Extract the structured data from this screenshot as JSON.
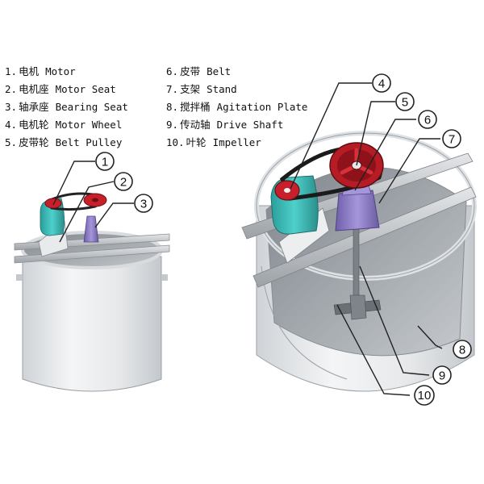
{
  "legend": [
    {
      "num": "1.",
      "cn": "电机",
      "en": "Motor"
    },
    {
      "num": "2.",
      "cn": "电机座",
      "en": "Motor Seat"
    },
    {
      "num": "3.",
      "cn": "轴承座",
      "en": "Bearing Seat"
    },
    {
      "num": "4.",
      "cn": "电机轮",
      "en": "Motor Wheel"
    },
    {
      "num": "5.",
      "cn": "皮带轮",
      "en": "Belt Pulley"
    },
    {
      "num": "6.",
      "cn": "皮带",
      "en": "Belt"
    },
    {
      "num": "7.",
      "cn": "支架",
      "en": "Stand"
    },
    {
      "num": "8.",
      "cn": "搅拌桶",
      "en": "Agitation Plate"
    },
    {
      "num": "9.",
      "cn": "传动轴",
      "en": "Drive Shaft"
    },
    {
      "num": "10.",
      "cn": "叶轮",
      "en": "Impeller"
    }
  ],
  "callouts": [
    "1",
    "2",
    "3",
    "4",
    "5",
    "6",
    "7",
    "8",
    "9",
    "10"
  ],
  "colors": {
    "tank_body": "#e9ecef",
    "tank_interior": "#9fa5aa",
    "motor": "#37b7b3",
    "pulley": "#c8202a",
    "stand": "#8e7cc3",
    "frame": "#c9cdd1",
    "outline": "#555555"
  }
}
